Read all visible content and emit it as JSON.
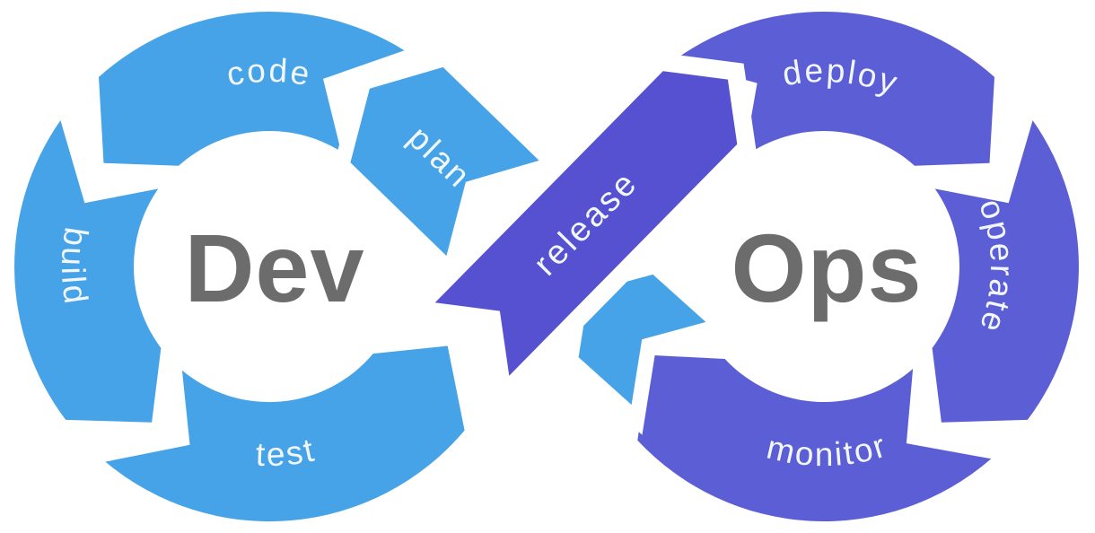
{
  "diagram": {
    "dev_label": "Dev",
    "ops_label": "Ops",
    "dev_stages": {
      "plan": "plan",
      "code": "code",
      "build": "build",
      "test": "test"
    },
    "ops_stages": {
      "release": "release",
      "deploy": "deploy",
      "operate": "operate",
      "monitor": "monitor"
    },
    "colors": {
      "dev_blue": "#47A3E7",
      "ops_purple": "#5C5ED6",
      "release_purple": "#5551D0",
      "center_text": "#6C6C6C",
      "label_text": "#F2F7FD",
      "background": "#FFFFFF"
    }
  }
}
